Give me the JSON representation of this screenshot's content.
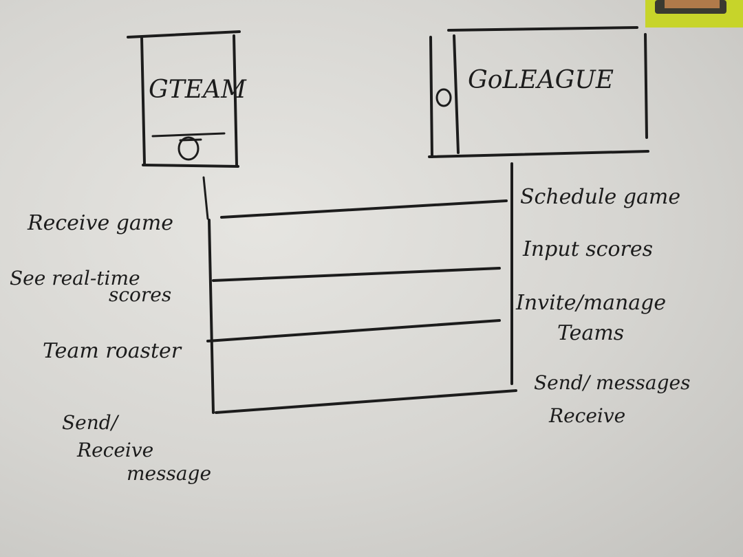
{
  "gteam": {
    "title": "GTEAM"
  },
  "gleague": {
    "title": "GoLEAGUE"
  },
  "left_labels": {
    "receive_game": "Receive game",
    "see_scores_1": "See real-time",
    "see_scores_2": "scores",
    "team_roster": "Team roaster",
    "send_receive_1": "Send/",
    "send_receive_2": "Receive",
    "send_receive_3": "message"
  },
  "right_labels": {
    "schedule_game": "Schedule game",
    "input_scores": "Input scores",
    "invite_manage_1": "Invite/manage",
    "invite_manage_2": "Teams",
    "send_messages_1": "Send/ messages",
    "send_messages_2": "Receive"
  },
  "colors": {
    "ink": "#1c1c1c",
    "board": "#dcdbd7",
    "magnet": "#c7d42a"
  }
}
